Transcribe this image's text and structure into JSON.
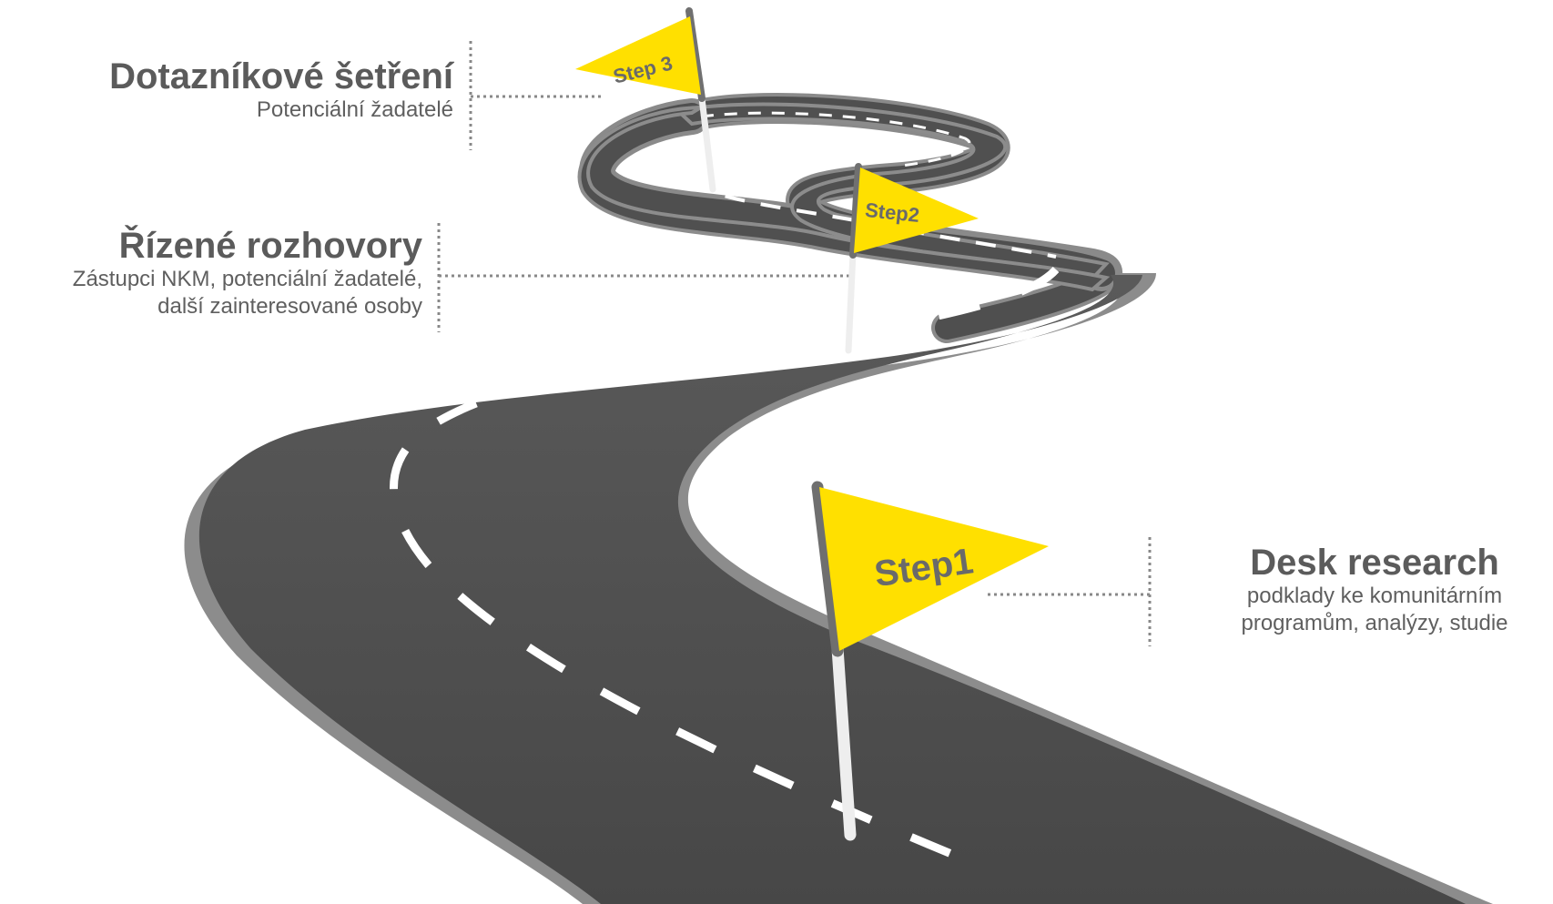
{
  "steps": [
    {
      "flag_label": "Step1",
      "title": "Desk research",
      "description_lines": [
        "podklady ke komunitárním",
        "programům, analýzy, studie"
      ]
    },
    {
      "flag_label": "Step2",
      "title": "Řízené rozhovory",
      "description_lines": [
        "Zástupci NKM, potenciální žadatelé,",
        "další zainteresované osoby"
      ]
    },
    {
      "flag_label": "Step 3",
      "title": "Dotazníkové šetření",
      "description_lines": [
        "Potenciální žadatelé"
      ]
    }
  ],
  "colors": {
    "flag": "#ffe000",
    "road": "#4a4a4a",
    "road_edge": "#8c8c8c",
    "lane_marking": "#ffffff",
    "text": "#5b5b5b",
    "connector": "#888888"
  },
  "icons": {
    "flag": "flag-icon",
    "road": "winding-road-illustration"
  }
}
